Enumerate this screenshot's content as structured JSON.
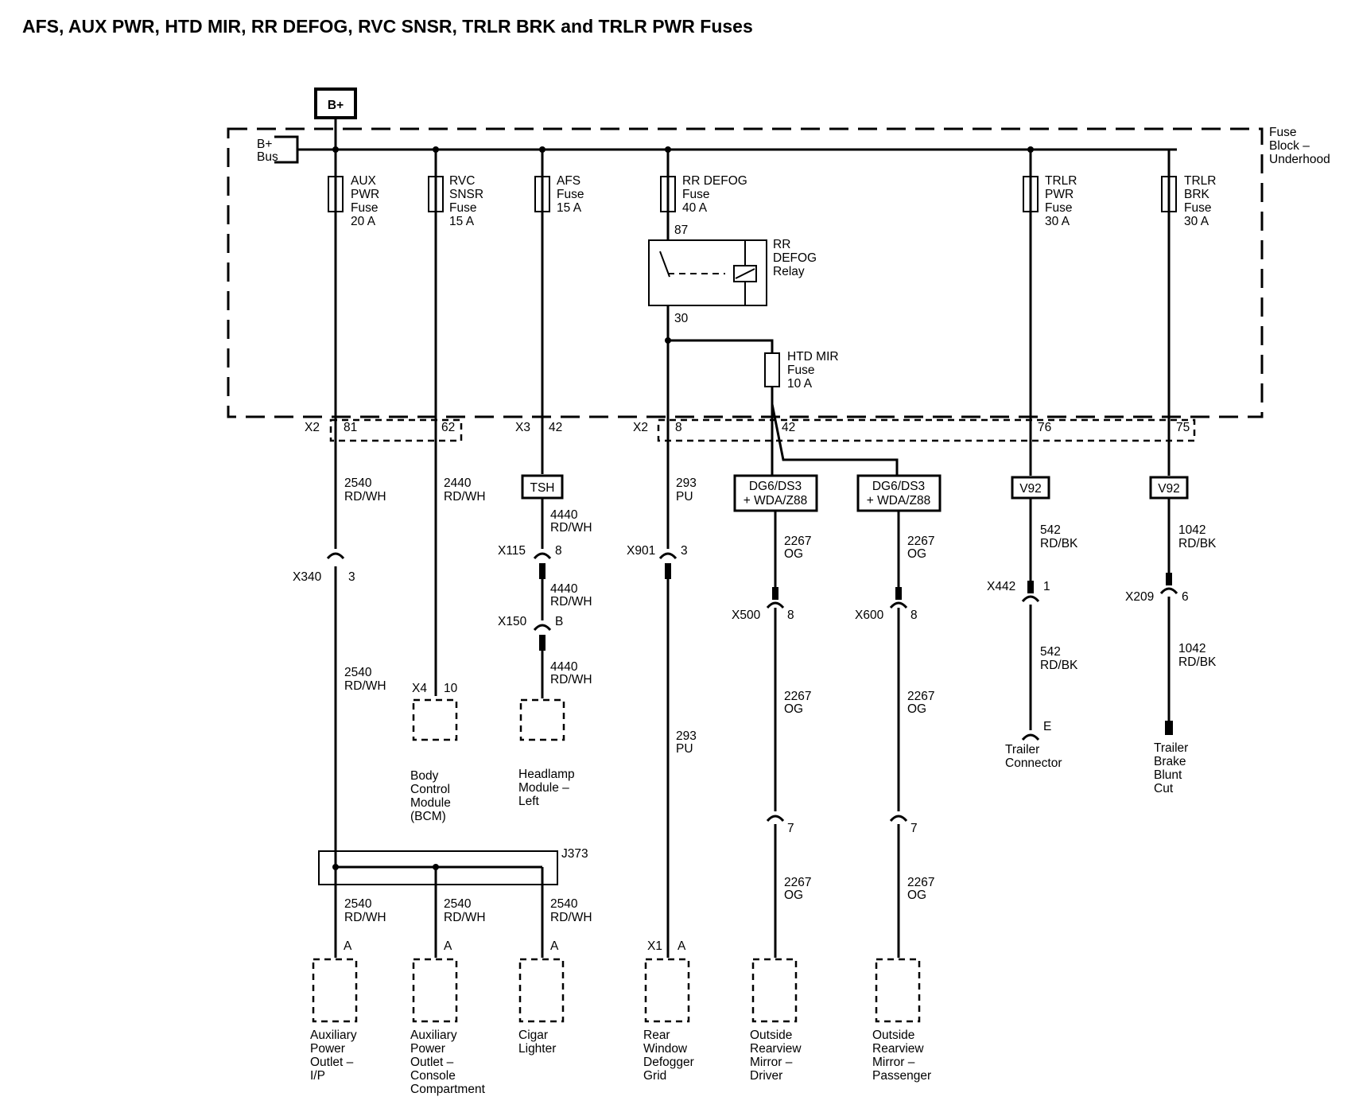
{
  "title": "AFS, AUX PWR, HTD MIR, RR DEFOG, RVC SNSR, TRLR BRK and TRLR PWR Fuses",
  "power_source": "B+",
  "fuse_block": [
    "Fuse",
    "Block –",
    "Underhood"
  ],
  "bus_label": [
    "B+",
    "Bus"
  ],
  "fuses": {
    "aux": [
      "AUX",
      "PWR",
      "Fuse",
      "20 A"
    ],
    "rvc": [
      "RVC",
      "SNSR",
      "Fuse",
      "15 A"
    ],
    "afs": [
      "AFS",
      "Fuse",
      "15 A"
    ],
    "defog": [
      "RR DEFOG",
      "Fuse",
      "40 A"
    ],
    "trlr_pwr": [
      "TRLR",
      "PWR",
      "Fuse",
      "30 A"
    ],
    "trlr_brk": [
      "TRLR",
      "BRK",
      "Fuse",
      "30 A"
    ],
    "htd_mir": [
      "HTD MIR",
      "Fuse",
      "10 A"
    ]
  },
  "relay": {
    "label": [
      "RR",
      "DEFOG",
      "Relay"
    ],
    "pin_in": "87",
    "pin_out": "30"
  },
  "block_connectors": {
    "x2a": "X2",
    "p81": "81",
    "p62": "62",
    "x3": "X3",
    "p42a": "42",
    "x2b": "X2",
    "p8": "8",
    "p42b": "42",
    "p76": "76",
    "p75": "75"
  },
  "options": {
    "tsh": "TSH",
    "dg6a": [
      "DG6/DS3",
      "+ WDA/Z88"
    ],
    "dg6b": [
      "DG6/DS3",
      "+ WDA/Z88"
    ],
    "v92a": "V92",
    "v92b": "V92"
  },
  "wires": {
    "w2540": [
      "2540",
      "RD/WH"
    ],
    "w2440": [
      "2440",
      "RD/WH"
    ],
    "w4440": [
      "4440",
      "RD/WH"
    ],
    "w293": [
      "293",
      "PU"
    ],
    "w2267": [
      "2267",
      "OG"
    ],
    "w542": [
      "542",
      "RD/BK"
    ],
    "w1042": [
      "1042",
      "RD/BK"
    ]
  },
  "inline_connectors": {
    "x340": "X340",
    "x340_pin": "3",
    "x115": "X115",
    "x115_pin": "8",
    "x150": "X150",
    "x150_pin": "B",
    "x901": "X901",
    "x901_pin": "3",
    "x500": "X500",
    "x500_pin": "8",
    "x600": "X600",
    "x600_pin": "8",
    "x442": "X442",
    "x442_pin": "1",
    "x209": "X209",
    "x209_pin": "6",
    "pin7": "7"
  },
  "splice": "J373",
  "components": {
    "bcm": {
      "conn": "X4",
      "pin": "10",
      "name": [
        "Body",
        "Control",
        "Module",
        "(BCM)"
      ]
    },
    "headlamp": {
      "name": [
        "Headlamp",
        "Module –",
        "Left"
      ]
    },
    "aux_ip": {
      "pin": "A",
      "name": [
        "Auxiliary",
        "Power",
        "Outlet –",
        "I/P"
      ]
    },
    "aux_console": {
      "pin": "A",
      "name": [
        "Auxiliary",
        "Power",
        "Outlet –",
        "Console",
        "Compartment"
      ]
    },
    "cigar": {
      "pin": "A",
      "name": [
        "Cigar",
        "Lighter"
      ]
    },
    "defogger": {
      "conn": "X1",
      "pin": "A",
      "name": [
        "Rear",
        "Window",
        "Defogger",
        "Grid"
      ]
    },
    "mirror_driver": {
      "name": [
        "Outside",
        "Rearview",
        "Mirror –",
        "Driver"
      ]
    },
    "mirror_pass": {
      "name": [
        "Outside",
        "Rearview",
        "Mirror –",
        "Passenger"
      ]
    },
    "trailer_conn": {
      "pin": "E",
      "name": [
        "Trailer",
        "Connector"
      ]
    },
    "trailer_brake": {
      "name": [
        "Trailer",
        "Brake",
        "Blunt",
        "Cut"
      ]
    }
  }
}
